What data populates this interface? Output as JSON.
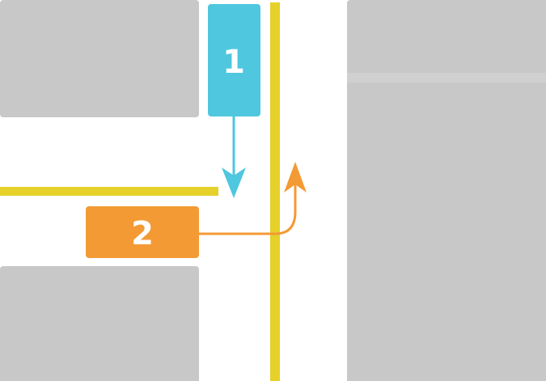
{
  "vehicles": [
    {
      "id": "vehicle-1",
      "label": "1",
      "color": "#4ec7df",
      "maneuver": "straight"
    },
    {
      "id": "vehicle-2",
      "label": "2",
      "color": "#f39a34",
      "maneuver": "left-turn"
    }
  ],
  "colors": {
    "background": "#ffffff",
    "block": "#c8c8c8",
    "block_divider": "#d0d0d0",
    "lane_line": "#e6d02a"
  }
}
